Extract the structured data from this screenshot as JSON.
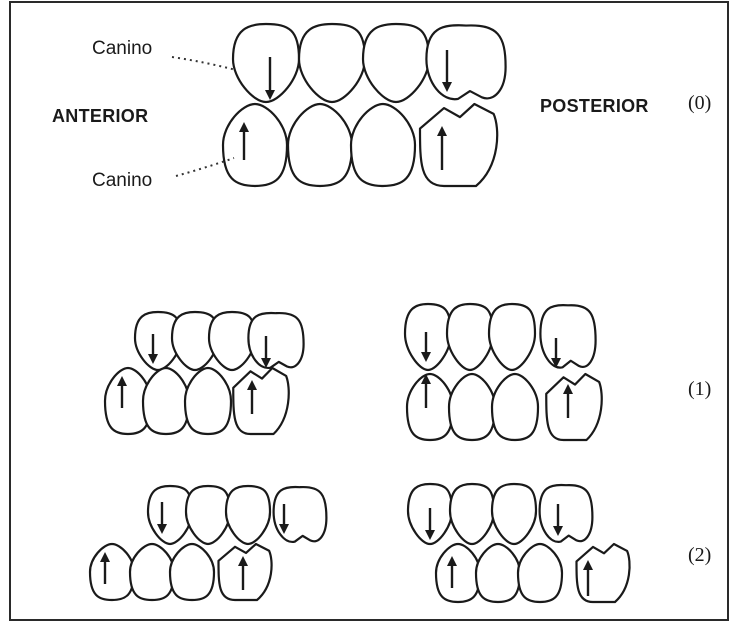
{
  "labels": {
    "canino_upper": "Canino",
    "canino_lower": "Canino",
    "anterior": "ANTERIOR",
    "posterior": "POSTERIOR",
    "stage_0": "(0)",
    "stage_1": "(1)",
    "stage_2": "(2)"
  },
  "colors": {
    "line": "#1a1a1a",
    "background": "#ffffff"
  }
}
